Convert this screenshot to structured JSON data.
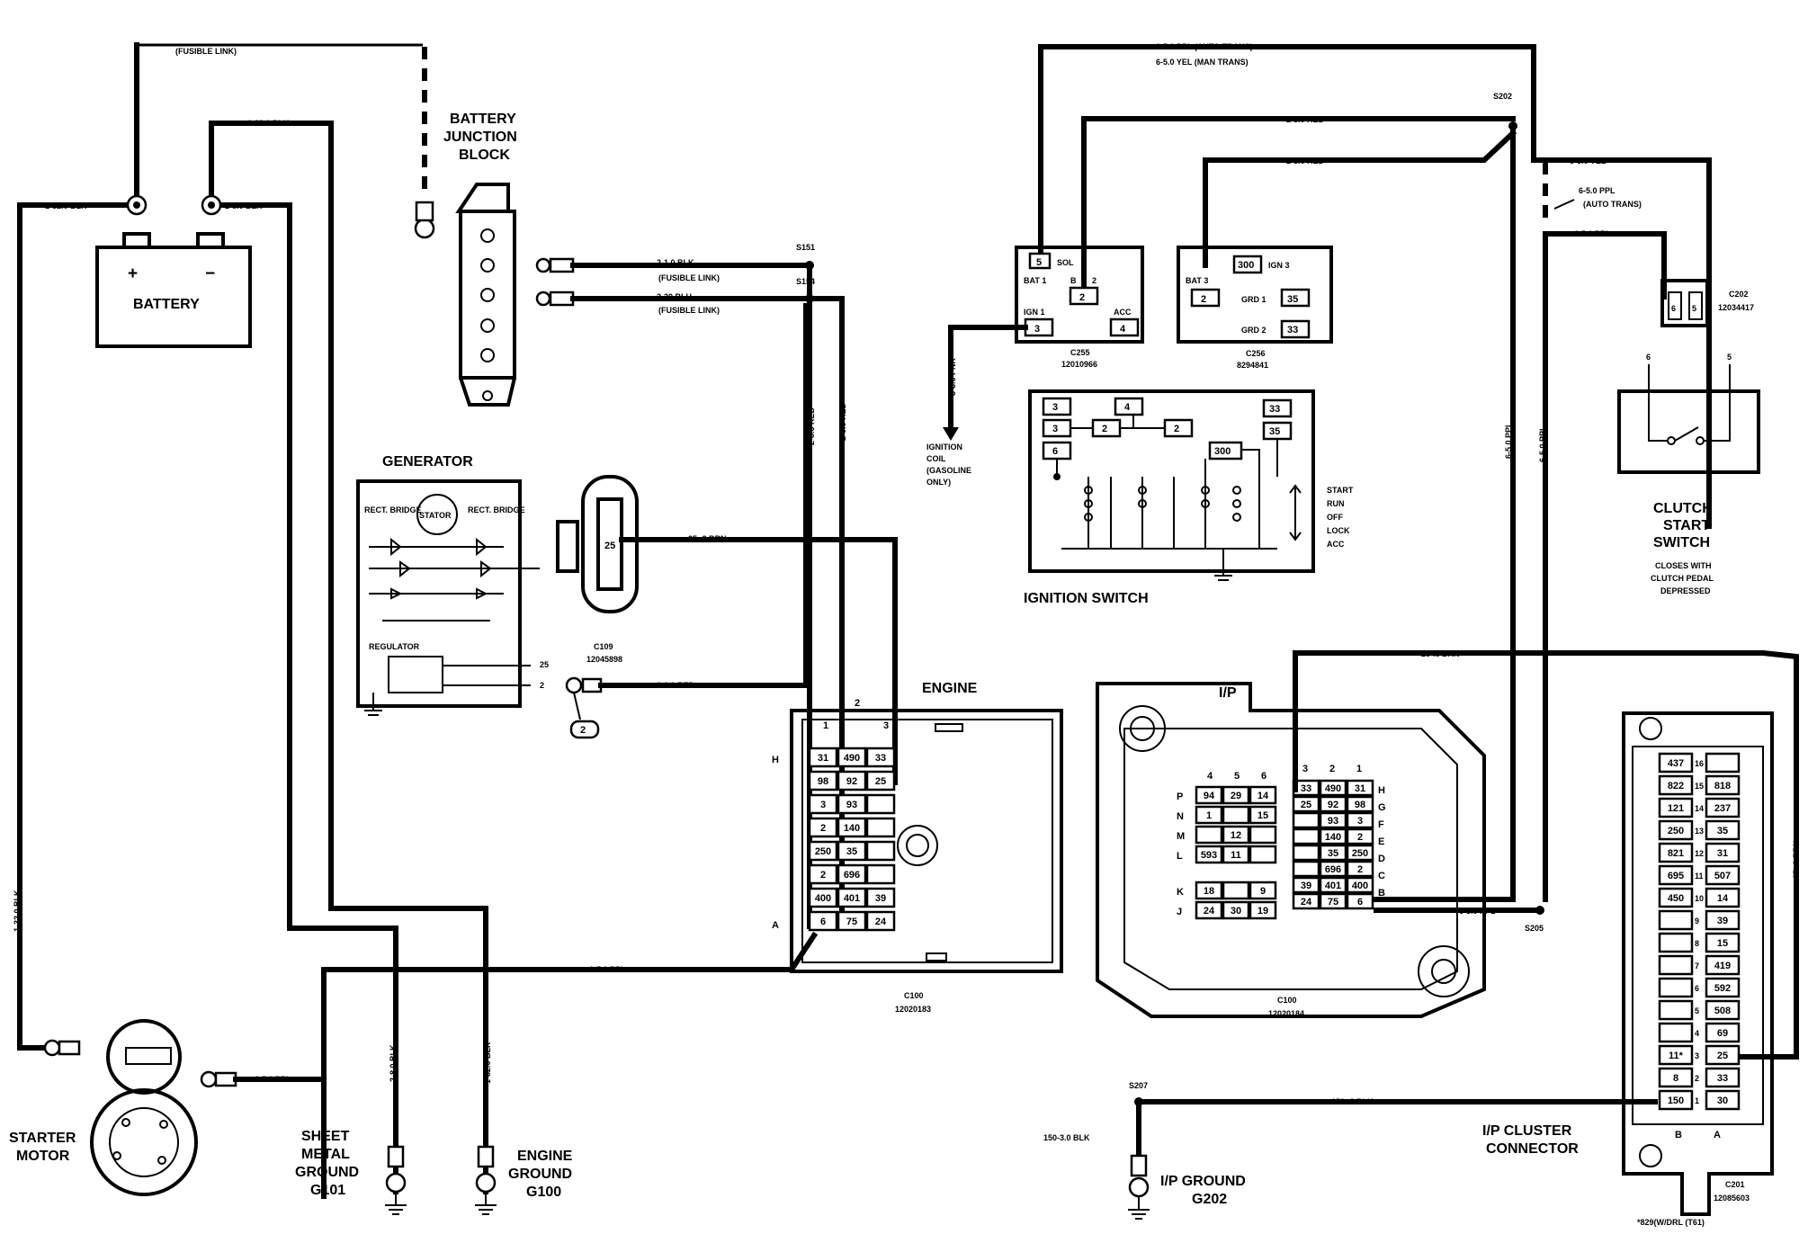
{
  "wires": {
    "fusible_link_top": "(FUSIBLE LINK)",
    "blk_1_32_top": "1-32.0 BLK",
    "blk_1_32_left": "1-32.0 BLK",
    "blk_2_8_bat": "2-8.0 BLK",
    "blk_2_8_ground": "2-8.0 BLK",
    "blk_1_32_engine": "1-32.0 BLK",
    "blk_2_1": "2-1.0 BLK",
    "fusible_link_1": "(FUSIBLE LINK)",
    "blu_2_30": "2-30 BLU",
    "fusible_link_2": "(FUSIBLE LINK)",
    "red_2_8_a": "2-8.0 RED",
    "red_2_5": "2-5.0 RED",
    "red_2_8_gen": "2-8.0 RED",
    "brn_25_gen": "25-.8 BRN",
    "ppl_6_5_engine": "6-5.0 PPL",
    "ppl_6_5_starter": "6-5.0 PPL",
    "ppl_auto_trans": "6-5.0 PPL (AUTO TRANS)",
    "yel_man_trans": "6-5.0 YEL (MAN TRANS)",
    "red_2_3_a": "2-3.0 RED",
    "red_2_3_b": "2-3.0 RED",
    "yel_5_5": "5-5.0 YEL",
    "ppl_6_5_auto": "6-5.0 PPL",
    "auto_trans": "(AUTO TRANS)",
    "ppl_6_5_c202": "6-5.0 PPL",
    "pnk_3_3": "3-3.0 PNK",
    "ppl_vert_1": "6-5.0 PPL",
    "ppl_vert_2": "6-5.0 PPL",
    "brn_25_ip": "25-.8 BRN",
    "brn_25_right": "25-.8 BRN",
    "ppl_6_5_s205": "6-5.0 PPL",
    "blk_150_8": "150-.8 BLK",
    "blk_150_3": "150-3.0 BLK"
  },
  "splices": {
    "s151": "S151",
    "s154": "S154",
    "s202": "S202",
    "s205": "S205",
    "s207": "S207"
  },
  "components": {
    "battery": {
      "title": "BATTERY",
      "plus": "+",
      "minus": "−"
    },
    "junction_block": {
      "line1": "BATTERY",
      "line2": "JUNCTION",
      "line3": "BLOCK"
    },
    "generator": {
      "title": "GENERATOR",
      "rect_left": "RECT. BRIDGE",
      "stator": "STATOR",
      "rect_right": "RECT. BRIDGE",
      "regulator": "REGULATOR",
      "term_25": "25",
      "term_2": "2",
      "stud_2": "2"
    },
    "c109": {
      "name": "C109",
      "part": "12045898",
      "pin": "25"
    },
    "starter": {
      "line1": "STARTER",
      "line2": "MOTOR"
    },
    "g101": {
      "line1": "SHEET",
      "line2": "METAL",
      "line3": "GROUND",
      "line4": "G101"
    },
    "g100": {
      "line1": "ENGINE",
      "line2": "GROUND",
      "line3": "G100"
    },
    "g202": {
      "line1": "I/P GROUND",
      "line2": "G202"
    },
    "ignition_switch": {
      "title": "IGNITION SWITCH",
      "positions": [
        "START",
        "RUN",
        "OFF",
        "LOCK",
        "ACC"
      ]
    },
    "c255": {
      "name": "C255",
      "part": "12010966",
      "bat1": "BAT 1",
      "sol": "SOL",
      "bat2": "B",
      "bat2b": "2",
      "ign1": "IGN 1",
      "acc": "ACC",
      "p5": "5",
      "p2": "2",
      "p3": "3",
      "p4": "4"
    },
    "c256": {
      "name": "C256",
      "part": "8294841",
      "bat3": "BAT 3",
      "ign3": "IGN 3",
      "grd1": "GRD 1",
      "grd2": "GRD 2",
      "p300": "300",
      "p2": "2",
      "p35": "35",
      "p33": "33"
    },
    "c202": {
      "name": "C202",
      "part": "12034417",
      "p6": "6",
      "p5": "5"
    },
    "clutch": {
      "line1": "CLUTCH",
      "line2": "START",
      "line3": "SWITCH",
      "note1": "CLOSES WITH",
      "note2": "CLUTCH PEDAL",
      "note3": "DEPRESSED",
      "p6": "6",
      "p5": "5"
    },
    "engine_conn": {
      "title": "ENGINE",
      "name": "C100",
      "part": "12020183"
    },
    "ip_conn": {
      "title": "I/P",
      "name": "C100",
      "part": "12020184"
    },
    "cluster": {
      "line1": "I/P CLUSTER",
      "line2": "CONNECTOR",
      "name": "C201",
      "part": "12085603",
      "footnote": "*829(W/DRL (T61)",
      "colB": "B",
      "colA": "A"
    }
  },
  "switch_labels": {
    "s_3": "3",
    "s_4": "4",
    "s_33": "33",
    "s_3b": "3",
    "s_2a": "2",
    "s_2b": "2",
    "s_35": "35",
    "s_6": "6",
    "s_300": "300"
  },
  "engine_pins": {
    "col_top": [
      "1",
      "2",
      "3"
    ],
    "rows_label": [
      "H",
      "A"
    ],
    "rows": [
      [
        "31",
        "490",
        "33"
      ],
      [
        "98",
        "92",
        "25"
      ],
      [
        "3",
        "93",
        ""
      ],
      [
        "2",
        "140",
        ""
      ],
      [
        "250",
        "35",
        ""
      ],
      [
        "2",
        "696",
        ""
      ],
      [
        "400",
        "401",
        "39"
      ],
      [
        "6",
        "75",
        "24"
      ]
    ]
  },
  "ip_pins": {
    "left_cols": [
      "4",
      "5",
      "6"
    ],
    "right_cols": [
      "3",
      "2",
      "1"
    ],
    "left_rows_lbl": [
      "P",
      "N",
      "M",
      "L",
      "K",
      "J"
    ],
    "right_rows_lbl": [
      "H",
      "G",
      "F",
      "E",
      "D",
      "C",
      "B"
    ],
    "left": [
      [
        "94",
        "29",
        "14"
      ],
      [
        "1",
        "",
        "15"
      ],
      [
        "",
        "12",
        ""
      ],
      [
        "593",
        "11",
        ""
      ],
      [
        "18",
        "",
        "9"
      ],
      [
        "24",
        "30",
        "19"
      ]
    ],
    "right": [
      [
        "33",
        "490",
        "31"
      ],
      [
        "25",
        "92",
        "98"
      ],
      [
        "",
        "93",
        "3"
      ],
      [
        "",
        "140",
        "2"
      ],
      [
        "",
        "35",
        "250"
      ],
      [
        "",
        "696",
        "2"
      ],
      [
        "39",
        "401",
        "400"
      ],
      [
        "24",
        "75",
        "6"
      ]
    ]
  },
  "cluster_pins": [
    [
      "437",
      "16",
      ""
    ],
    [
      "822",
      "15",
      "818"
    ],
    [
      "121",
      "14",
      "237"
    ],
    [
      "250",
      "13",
      "35"
    ],
    [
      "821",
      "12",
      "31"
    ],
    [
      "695",
      "11",
      "507"
    ],
    [
      "450",
      "10",
      "14"
    ],
    [
      "",
      "9",
      "39"
    ],
    [
      "",
      "8",
      "15"
    ],
    [
      "",
      "7",
      "419"
    ],
    [
      "",
      "6",
      "592"
    ],
    [
      "",
      "5",
      "508"
    ],
    [
      "",
      "4",
      "69"
    ],
    [
      "11*",
      "3",
      "25"
    ],
    [
      "8",
      "2",
      "33"
    ],
    [
      "150",
      "1",
      "30"
    ]
  ]
}
